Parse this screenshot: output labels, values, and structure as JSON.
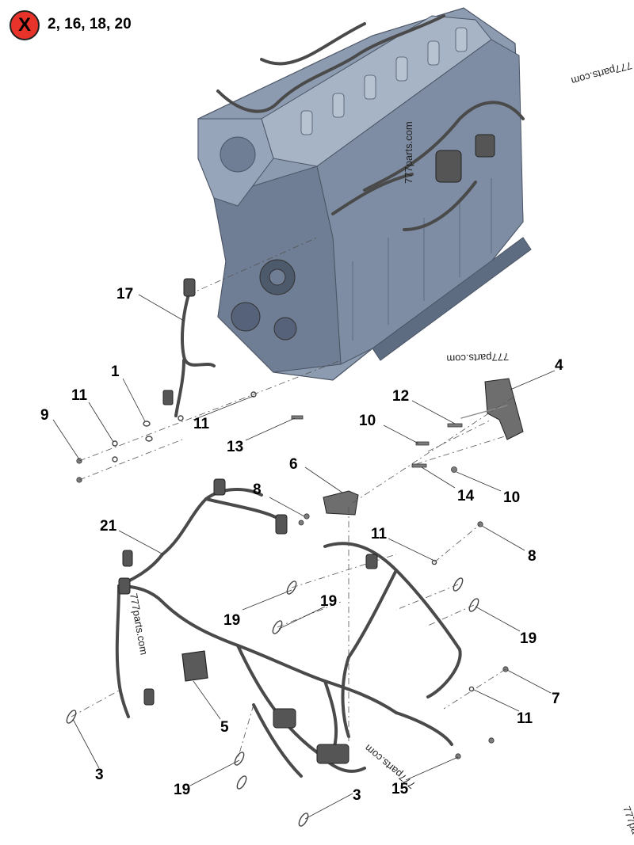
{
  "header": {
    "badge_symbol": "X",
    "badge_color": "#e8332b",
    "not_shown_parts": "2, 16, 18, 20"
  },
  "callouts": {
    "c17": "17",
    "c1": "1",
    "c11a": "11",
    "c9": "9",
    "c11b": "11",
    "c13": "13",
    "c4": "4",
    "c12": "12",
    "c10a": "10",
    "c6": "6",
    "c14": "14",
    "c10b": "10",
    "c8a": "8",
    "c21": "21",
    "c11c": "11",
    "c8b": "8",
    "c19a": "19",
    "c19b": "19",
    "c19c": "19",
    "c7": "7",
    "c11d": "11",
    "c5": "5",
    "c3a": "3",
    "c19d": "19",
    "c3b": "3",
    "c15": "15"
  },
  "watermarks": {
    "w1": "777parts.com",
    "w2": "777parts.com",
    "w3": "777parts.com",
    "w4": "777parts.com",
    "w5": "777parts.com",
    "w6": "777pa"
  },
  "colors": {
    "engine_block": "#8c9bb0",
    "engine_shadow": "#5d6c80",
    "harness": "#4a4a4a",
    "callout_text": "#000000"
  }
}
